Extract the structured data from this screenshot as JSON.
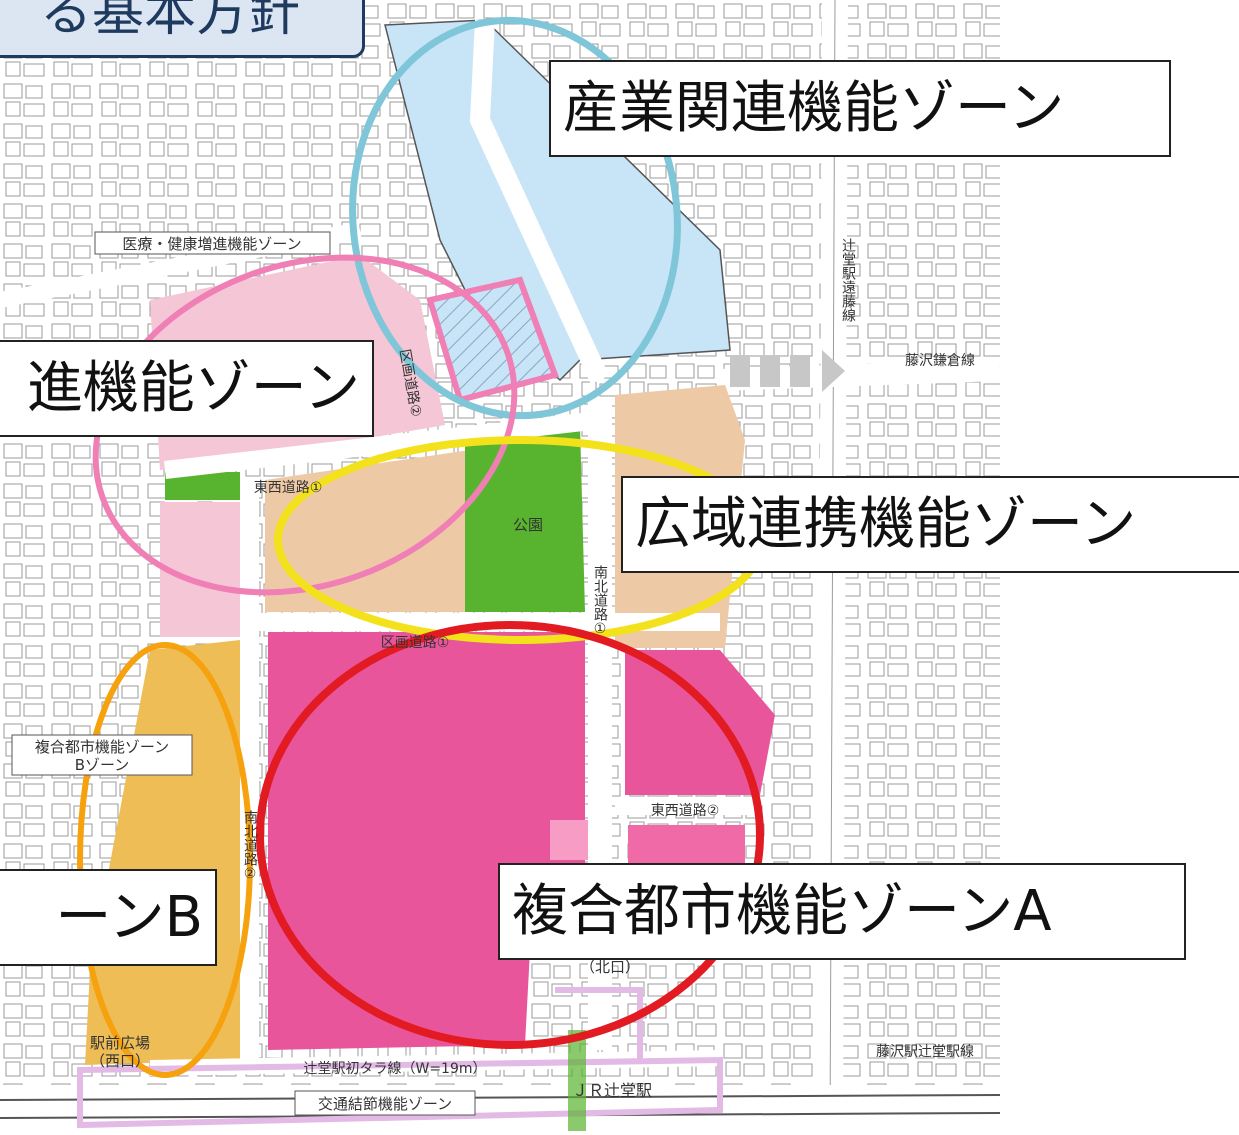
{
  "title_fragment": "る基本方針",
  "callouts": {
    "industry": "産業関連機能ゾーン",
    "health_fragment": "進機能ゾーン",
    "regional": "広域連携機能ゾーン",
    "complex_b_fragment": "ーンB",
    "complex_a": "複合都市機能ゾーンA"
  },
  "map_labels": {
    "medical_zone": "医療・健康増進機能ゾーン",
    "complex_b_line1": "複合都市機能ゾーン",
    "complex_b_line2": "Bゾーン",
    "transit_zone": "交通結節機能ゾーン",
    "park": "公園",
    "ew_road_1": "東西道路①",
    "ew_road_2": "東西道路②",
    "ns_road_1": "南北道路①",
    "ns_road_2": "南北道路②",
    "district_road_1": "区画道路①",
    "district_road_2": "区画道路②",
    "tsujido_endo_line": "辻堂駅遠藤線",
    "fujisawa_kamakura_line": "藤沢鎌倉線",
    "fujisawa_tsujido_line": "藤沢駅辻堂駅線",
    "tsujido_hatsu_line": "辻堂駅初タラ線（W=19m）",
    "station_square_west_1": "駅前広場",
    "station_square_west_2": "（西口）",
    "north_exit": "（北口）",
    "jr_station": "ＪＲ辻堂駅"
  },
  "colors": {
    "industry_fill": "#c8e4f7",
    "industry_ring": "#7fc6d8",
    "health_fill": "#f5c6d6",
    "health_ring": "#ef7fb4",
    "regional_fill": "#eec9a6",
    "regional_ring": "#f3e21b",
    "park_fill": "#58b42e",
    "complex_a_fill": "#e8559a",
    "complex_a_ring": "#e21a22",
    "complex_b_fill": "#efbd55",
    "complex_b_ring": "#f6a10e",
    "transit_outline": "#e3b9e6",
    "title_bg": "#dce6f2",
    "title_border": "#1f3a5f"
  }
}
